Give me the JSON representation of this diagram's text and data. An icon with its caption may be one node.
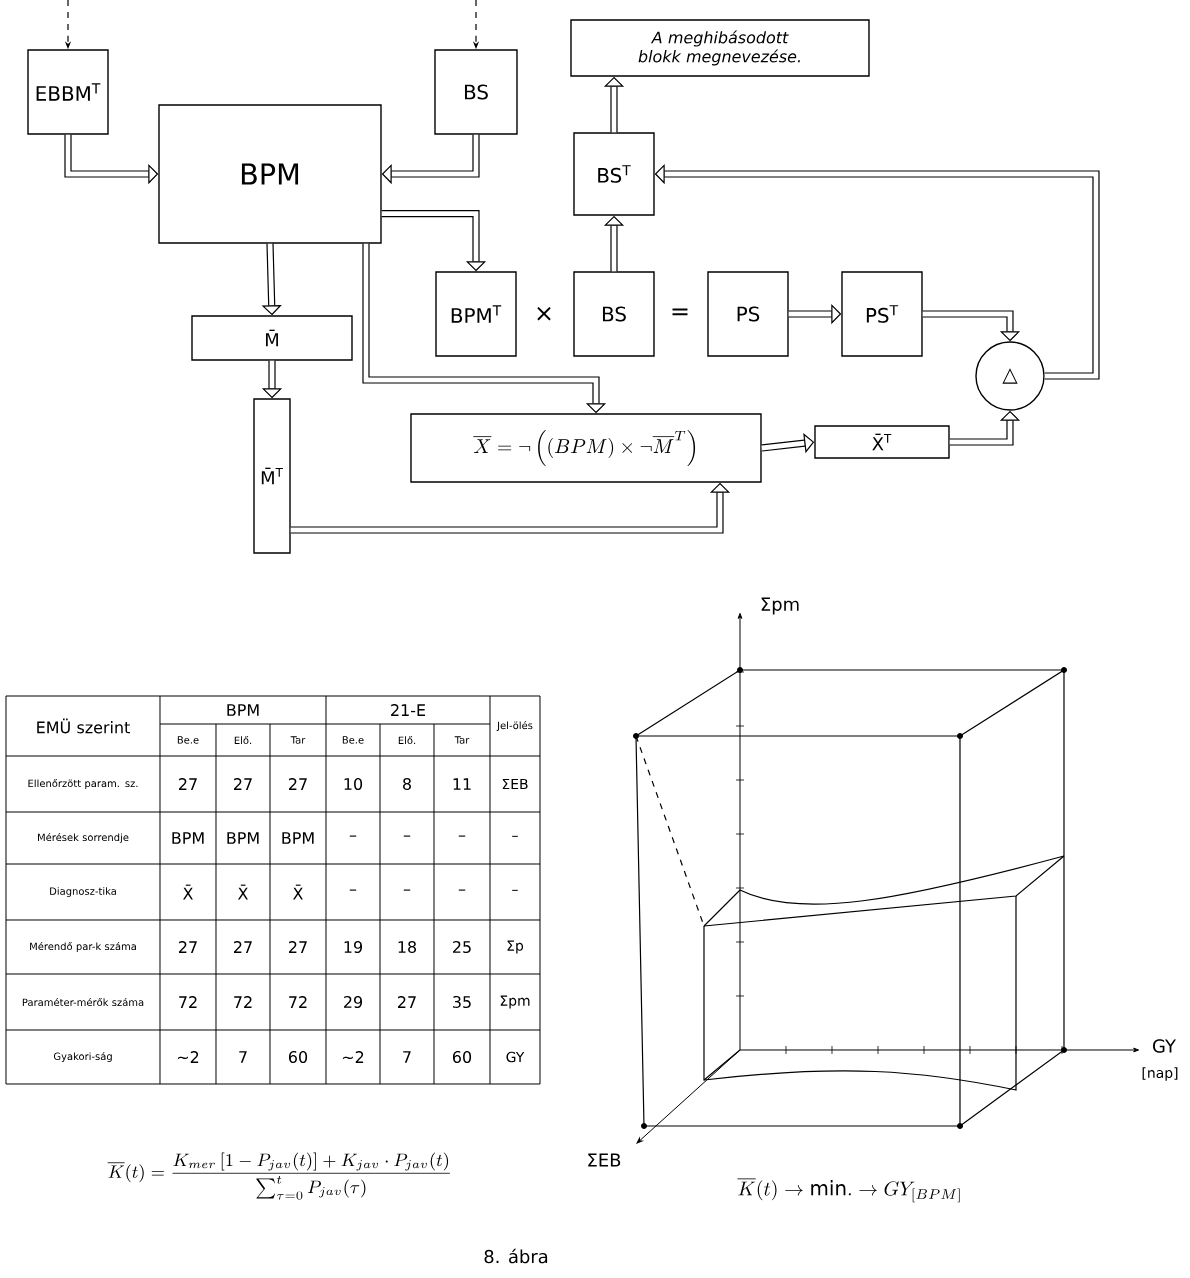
{
  "diagram": {
    "caption": "8. ábra",
    "nodes": [
      {
        "text": [
          "EBBM$^{T}$"
        ]
      },
      {
        "text": [
          "BS"
        ]
      },
      {
        "text": [
          "BPM"
        ]
      },
      {
        "text": [
          "A meghibásodott blokk megnevezése."
        ]
      },
      {
        "text": [
          "BS$^{T}$"
        ]
      },
      {
        "text": [
          "BPM$^{T}$"
        ]
      },
      {
        "text": [
          "BS"
        ]
      },
      {
        "text": [
          "PS"
        ]
      },
      {
        "text": [
          "PS$^{T}$"
        ]
      },
      {
        "text": [
          "M̄"
        ]
      },
      {
        "text": [
          "M̄$^{T}$"
        ]
      },
      {
        "text": [
          "\\overline{X}=\\neg\\left(\\left(BPM\\right)\\times\\neg\\overline{M}^{T}\\right)"
        ]
      },
      {
        "text": [
          "X̄$^{T}$"
        ]
      },
      {
        "text": [
          "△"
        ]
      }
    ],
    "edges": [
      {
        "from": null,
        "to": 0,
        "arrow": "to",
        "style": "dashed"
      },
      {
        "from": null,
        "to": 1,
        "arrow": "to",
        "style": "dashed"
      },
      {
        "from": 0,
        "to": 2,
        "arrow": "to"
      },
      {
        "from": 1,
        "to": 2,
        "arrow": "to"
      },
      {
        "from": 2,
        "to": 5,
        "arrow": "to"
      },
      {
        "from": 2,
        "to": 9,
        "arrow": "to"
      },
      {
        "from": 9,
        "to": 10,
        "arrow": "to"
      },
      {
        "from": 2,
        "to": 11,
        "arrow": "to"
      },
      {
        "from": 10,
        "to": 11,
        "arrow": "to"
      },
      {
        "from": 11,
        "to": 12,
        "arrow": "to"
      },
      {
        "from": 6,
        "to": 4,
        "arrow": "to"
      },
      {
        "from": 4,
        "to": 3,
        "arrow": "to"
      },
      {
        "from": 7,
        "to": 8,
        "arrow": "to"
      },
      {
        "from": 8,
        "to": 13,
        "arrow": "to"
      },
      {
        "from": 12,
        "to": 13,
        "arrow": "to"
      },
      {
        "from": 13,
        "to": 4,
        "arrow": "to"
      }
    ],
    "labels": [
      "×",
      "=",
      "EMÜ szerint",
      "BPM",
      "21-E",
      "Jel-ölés",
      "Be.e",
      "Elő.",
      "Tar",
      "Be.e",
      "Elő.",
      "Tar",
      "Ellenőrzött param. sz.",
      "27",
      "27",
      "27",
      "10",
      "8",
      "11",
      "ΣEB",
      "Mérések sorrendje",
      "BPM",
      "BPM",
      "BPM",
      "–",
      "–",
      "–",
      "–",
      "Diagnosz-tika",
      "X̄",
      "X̄",
      "X̄",
      "–",
      "–",
      "–",
      "–",
      "Mérendő par-k száma",
      "27",
      "27",
      "27",
      "19",
      "18",
      "25",
      "Σp",
      "Paraméter-mérők száma",
      "72",
      "72",
      "72",
      "29",
      "27",
      "35",
      "Σpm",
      "Gyakori-ság",
      "~2",
      "7",
      "60",
      "~2",
      "7",
      "60",
      "GY",
      "\\overline{K}(t)=\\frac{K_{mer}\\left[1-P_{jav}(t)\\right]+K_{jav}\\cdot P_{jav}(t)}{\\sum_{\\tau=0}^{t}P_{jav}(\\tau)}",
      "Σpm",
      "GY",
      "[nap]",
      "ΣEB",
      "\\overline{K}(t)\\rightarrow \\mathrm{min.}\\rightarrow GY_{[BPM]}"
    ]
  }
}
